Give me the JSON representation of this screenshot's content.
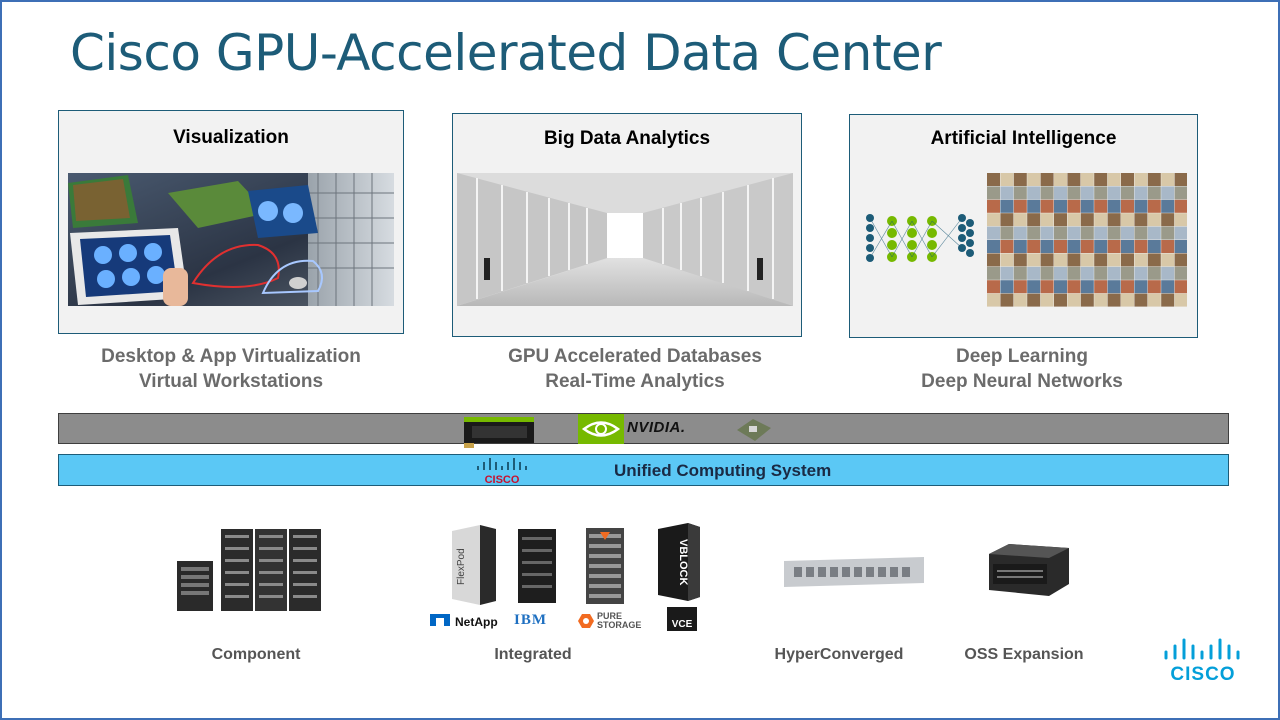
{
  "title": "Cisco GPU-Accelerated Data Center",
  "panels": [
    {
      "title": "Visualization",
      "caption_line1": "Desktop & App Virtualization",
      "caption_line2": "Virtual Workstations"
    },
    {
      "title": "Big Data Analytics",
      "caption_line1": "GPU Accelerated Databases",
      "caption_line2": "Real-Time Analytics"
    },
    {
      "title": "Artificial Intelligence",
      "caption_line1": "Deep Learning",
      "caption_line2": "Deep Neural Networks"
    }
  ],
  "gpu_bar": {
    "brand": "NVIDIA."
  },
  "ucs_bar": {
    "label": "Unified Computing System",
    "logo_text": "CISCO"
  },
  "products": [
    {
      "label": "Component"
    },
    {
      "label": "Integrated",
      "box_texts": {
        "flexpod": "FlexPod",
        "vblock": "VBLOCK"
      },
      "vendors": [
        "NetApp",
        "IBM",
        "PURE STORAGE",
        "VCE"
      ]
    },
    {
      "label": "HyperConverged"
    },
    {
      "label": "OSS Expansion"
    }
  ],
  "footer_logo": "CISCO",
  "colors": {
    "title": "#1d5c78",
    "ucs_bar": "#5bc8f5",
    "gpu_bar": "#8c8c8c",
    "nvidia_green": "#76b900",
    "cisco_blue": "#049fd9"
  }
}
